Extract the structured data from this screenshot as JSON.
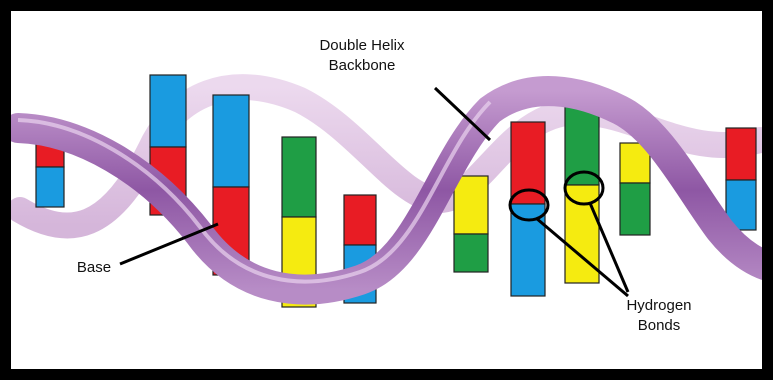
{
  "labels": {
    "backbone": [
      "Double Helix",
      "Backbone"
    ],
    "base": "Base",
    "hydrogen": [
      "Hydrogen",
      "Bonds"
    ]
  },
  "colors": {
    "adenine": "#e81c24",
    "thymine": "#1a9be0",
    "guanine": "#1f9e45",
    "cytosine": "#f5eb10",
    "backbone": "#9d6ab1",
    "backbone_shadow": "#d9b8dc"
  }
}
